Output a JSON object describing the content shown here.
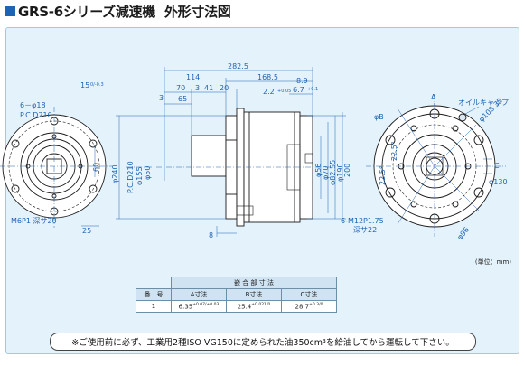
{
  "header": {
    "series_name": "GRS-6シリーズ減速機",
    "subtitle": "外形寸法図"
  },
  "colors": {
    "accent": "#1f63b3",
    "panel": "#e4f3fb",
    "line": "#1a1a1a"
  },
  "front_view": {
    "labels": {
      "hole_qty": "6－φ18",
      "pcd": "P.C.D210",
      "dim_60": "60",
      "tap": "M6P1 深サ20",
      "dim_25": "25"
    }
  },
  "side_view": {
    "labels": {
      "dim_15": "15",
      "dim_15_tol": "0/-0.3",
      "overall_length": "282.5",
      "dim_114": "114",
      "dim_168": "168.5",
      "dim_8_9": "8.9",
      "dim_70": "70",
      "dim_3": "3",
      "dim_41": "41",
      "dim_20": "20",
      "dim_3b": "3",
      "dim_65": "65",
      "dim_2_2": "2.2",
      "dim_2_2_tol": "+0.05",
      "dim_6_7": "6.7",
      "dim_6_7_tol": "+0.1",
      "phi_240": "φ240",
      "pcd_210": "P.C.D210",
      "phi_155": "φ155",
      "phi_50": "φ50",
      "phi_56": "φ56",
      "phi_70": "φ70",
      "phi_82": "φ82.55",
      "phi_190": "φ190",
      "dim_200": "200",
      "dim_8": "8"
    }
  },
  "back_view": {
    "labels": {
      "a_mark": "A",
      "oil_cap": "オイルキャップ",
      "phi_b": "φB",
      "phi_108": "φ108.35",
      "angle_1": "22.5°",
      "angle_2": "22.5°",
      "c_mark": "C",
      "phi_130": "φ130",
      "bolts": "6-M12P1.75",
      "depth": "深サ22",
      "phi_96": "φ96"
    }
  },
  "unit_note": "(単位：mm)",
  "spec_table": {
    "group_header": "嵌 合 部 寸 法",
    "columns": [
      "番　号",
      "A寸法",
      "B寸法",
      "C寸法"
    ],
    "rows": [
      {
        "no": "1",
        "a": "6.35",
        "a_tol": "+0.07/+0.03",
        "b": "25.4",
        "b_tol": "+0.021/0",
        "c": "28.7",
        "c_tol": "+0.3/0"
      }
    ]
  },
  "footer_note": "※ご使用前に必ず、工業用2種ISO VG150に定められた油350cm³を給油してから運転して下さい。"
}
